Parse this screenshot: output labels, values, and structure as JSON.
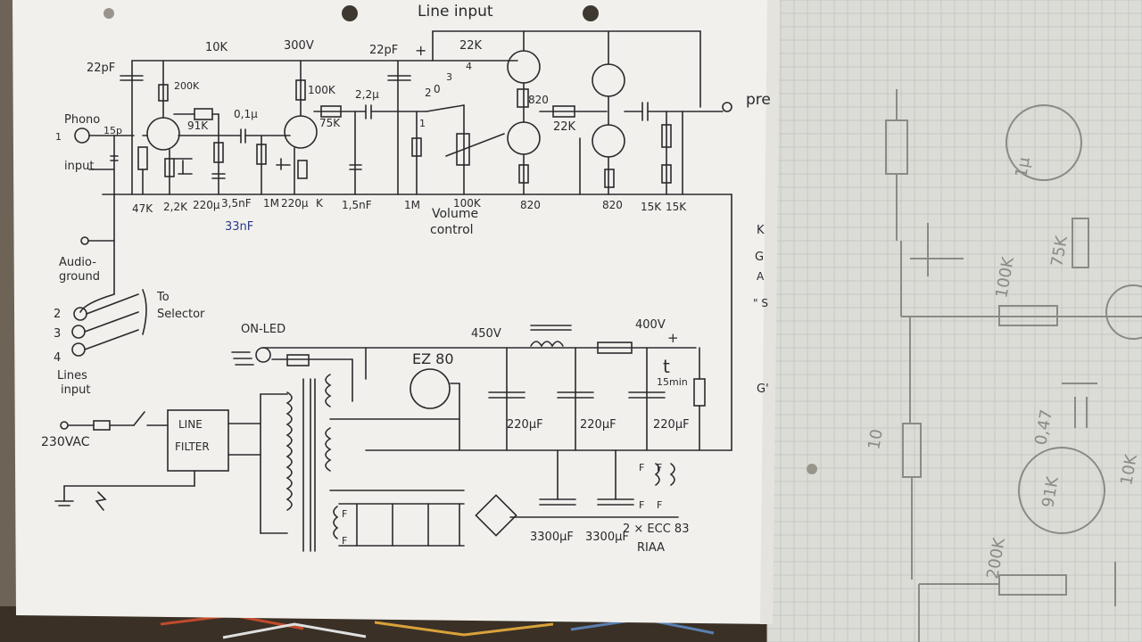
{
  "photo": {
    "main_sheet": {
      "labels": {
        "line_input": "Line input",
        "r_22k_top": "22K",
        "r_10k": "10K",
        "v_300": "300V",
        "c_22pf_a": "22pF",
        "c_22pf_b": "22pF",
        "plus_top": "+",
        "r_200k": "200K",
        "r_100k": "100K",
        "r_91k": "91K",
        "r_75k": "75K",
        "c_01": "0,1µ",
        "c_22u": "2,2µ",
        "c_15p": "15p",
        "phono": "Phono",
        "input": "input",
        "pin_1": "1",
        "sel_2": "2",
        "sel_0": "0",
        "sel_3": "3",
        "sel_4": "4",
        "sel_1": "1",
        "r_820_top": "820",
        "r_22k_mid": "22K",
        "pre": "pre",
        "bottom_labels": [
          "47K",
          "2,2K",
          "220µ",
          "3,5nF",
          "1M",
          "220µ",
          "K",
          "1,5nF",
          "1M",
          "100K",
          "820",
          "820",
          "15K",
          "15K"
        ],
        "c_33nf": "33nF",
        "volume": "Volume",
        "control": "control",
        "audio_ground": [
          "Audio-",
          "ground"
        ],
        "to_selector": [
          "To",
          "Selector"
        ],
        "lines_num": [
          "2",
          "3",
          "4"
        ],
        "lines_input": [
          "Lines",
          "input"
        ],
        "on_led": "ON-LED",
        "v_450": "450V",
        "v_400": "400V",
        "plus_psu": "+",
        "tube_ez80": "EZ 80",
        "t_symbol": "t",
        "time_15min": "15min",
        "ac_230": "230VAC",
        "line_filter": [
          "LINE",
          "FILTER"
        ],
        "cap_220uf": [
          "220µF",
          "220µF",
          "220µF"
        ],
        "fuse_f": "F",
        "cap_3300uf": [
          "3300µF",
          "3300µF"
        ],
        "ecc83": "2 × ECC 83",
        "riaa": "RIAA"
      }
    },
    "side_sheet": {
      "labels": [
        "10",
        "200K",
        "100K",
        "75K",
        "91K",
        "1µ",
        "0,47",
        "10K"
      ],
      "edge_letters": [
        "K",
        "G",
        "A",
        "\" S",
        "G'"
      ]
    }
  }
}
